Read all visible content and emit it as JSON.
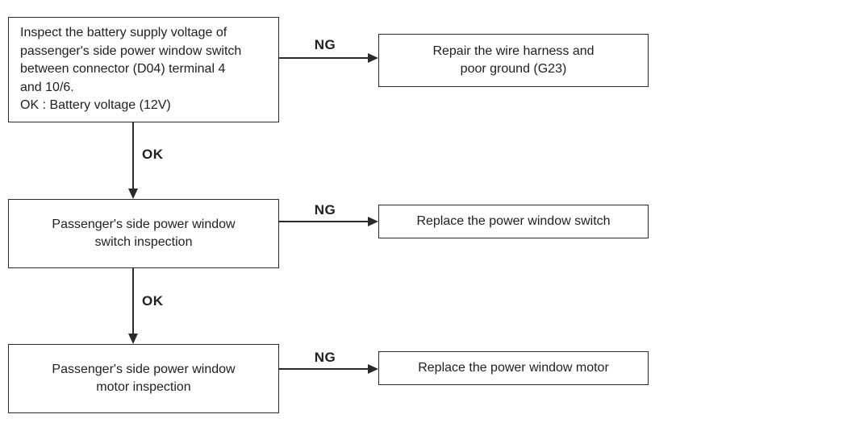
{
  "labels": {
    "ok": "OK",
    "ng": "NG"
  },
  "steps": [
    {
      "name": "battery-supply-voltage-inspection",
      "lines": [
        "Inspect the battery supply voltage of",
        "passenger's side power window switch",
        "between connector (D04) terminal 4",
        "and 10/6.",
        "OK : Battery voltage (12V)"
      ],
      "ng_action_lines": [
        "Repair the wire harness and",
        "poor ground (G23)"
      ]
    },
    {
      "name": "power-window-switch-inspection",
      "lines": [
        "Passenger's side power window",
        "switch inspection"
      ],
      "ng_action_lines": [
        "Replace the power window switch"
      ]
    },
    {
      "name": "power-window-motor-inspection",
      "lines": [
        "Passenger's side power window",
        "motor inspection"
      ],
      "ng_action_lines": [
        "Replace the power window motor"
      ]
    }
  ],
  "colors": {
    "line": "#2a2a2a",
    "text": "#1f1f1f",
    "background": "#ffffff"
  }
}
